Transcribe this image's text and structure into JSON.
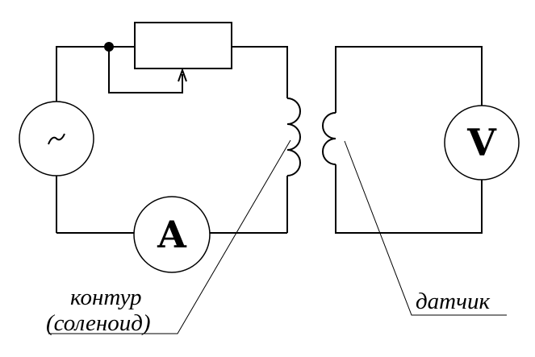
{
  "source": {
    "symbol": "~"
  },
  "ammeter": {
    "letter": "A"
  },
  "voltmeter": {
    "letter": "V"
  },
  "labels": {
    "circuit_line1": "контур",
    "circuit_line2": "(соленоид)",
    "sensor": "датчик"
  }
}
